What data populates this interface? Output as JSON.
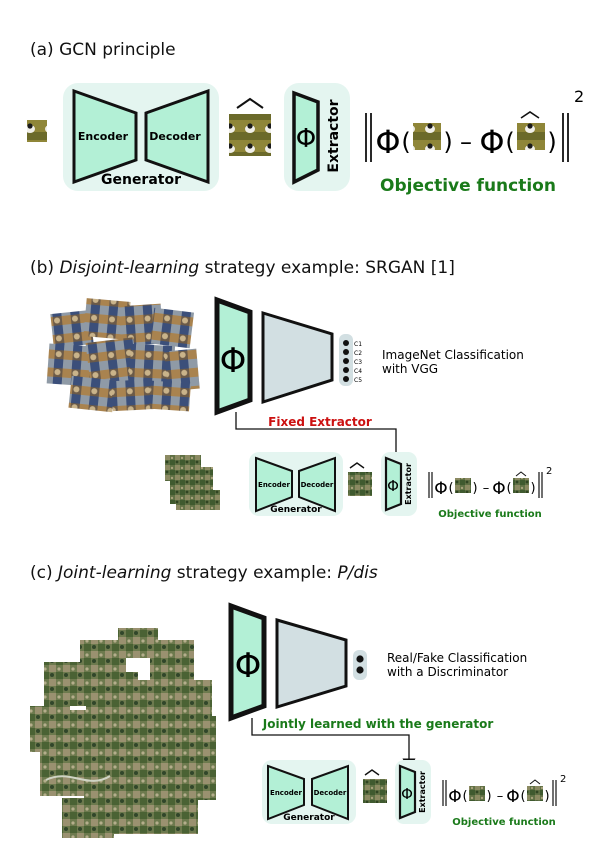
{
  "colors": {
    "mint": "#b3f0d6",
    "panel": "#e4f5f0",
    "grey_fill": "#d2dfe2",
    "objective_green": "#1a7a1a",
    "fixed_red": "#cc1111",
    "stroke": "#111111"
  },
  "section_a": {
    "title": "(a) GCN principle",
    "encoder": "Encoder",
    "decoder": "Decoder",
    "generator": "Generator",
    "extractor": "Extractor",
    "phi": "Φ",
    "minus": "–",
    "square": "2",
    "objective": "Objective function"
  },
  "section_b": {
    "title_prefix": "(b) ",
    "title_italic": "Disjoint-learning",
    "title_suffix": " strategy example: SRGAN [1]",
    "phi": "Φ",
    "classes": [
      "C1",
      "C2",
      "C3",
      "C4",
      "C5"
    ],
    "classification_line1": "ImageNet Classification",
    "classification_line2": "with VGG",
    "fixed_extractor": "Fixed Extractor",
    "encoder": "Encoder",
    "decoder": "Decoder",
    "generator": "Generator",
    "extractor": "Extractor",
    "minus": "–",
    "square": "2",
    "objective": "Objective function"
  },
  "section_c": {
    "title_prefix": "(c) ",
    "title_italic": "Joint-learning",
    "title_middle": " strategy example: ",
    "title_italic2": "P/dis",
    "phi": "Φ",
    "classification_line1": "Real/Fake Classification",
    "classification_line2": "with a Discriminator",
    "jointly": "Jointly learned with the generator",
    "encoder": "Encoder",
    "decoder": "Decoder",
    "generator": "Generator",
    "extractor": "Extractor",
    "minus": "–",
    "square": "2",
    "objective": "Objective function"
  }
}
